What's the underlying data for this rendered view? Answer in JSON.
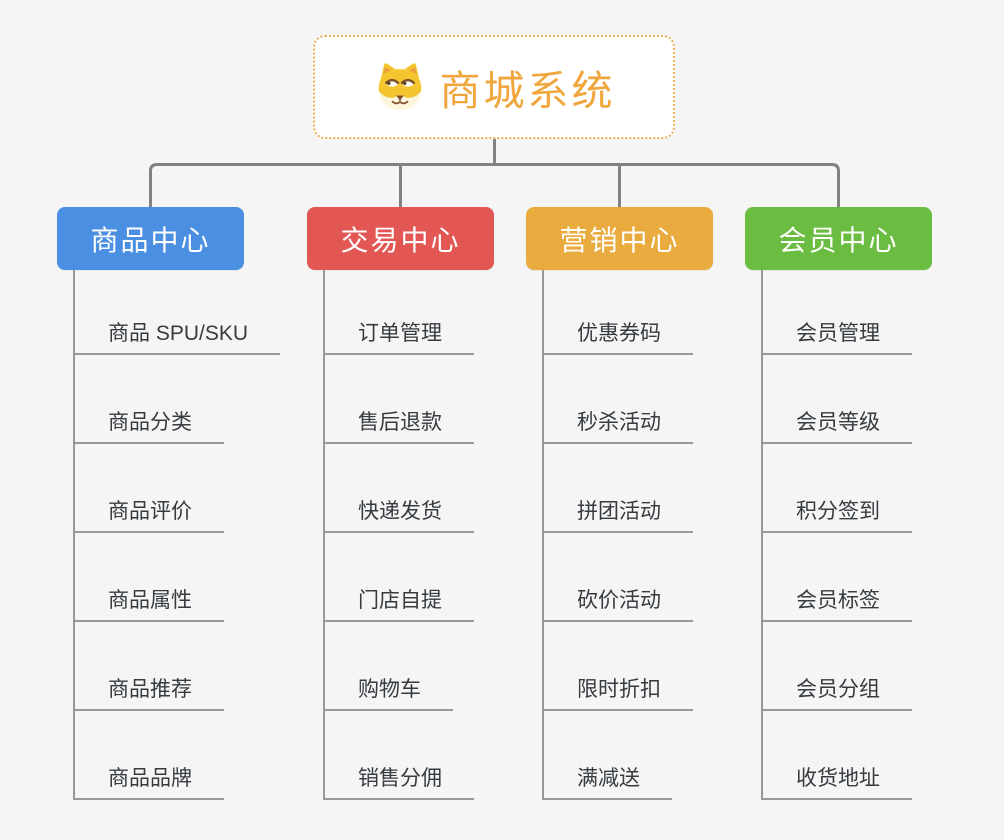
{
  "root": {
    "title": "商城系统",
    "icon": "doge-icon"
  },
  "branches": [
    {
      "label": "商品中心",
      "color": "#4B8FE2",
      "items": [
        "商品 SPU/SKU",
        "商品分类",
        "商品评价",
        "商品属性",
        "商品推荐",
        "商品品牌"
      ]
    },
    {
      "label": "交易中心",
      "color": "#E25653",
      "items": [
        "订单管理",
        "售后退款",
        "快递发货",
        "门店自提",
        "购物车",
        "销售分佣"
      ]
    },
    {
      "label": "营销中心",
      "color": "#EAAB3E",
      "items": [
        "优惠券码",
        "秒杀活动",
        "拼团活动",
        "砍价活动",
        "限时折扣",
        "满减送"
      ]
    },
    {
      "label": "会员中心",
      "color": "#6ABD40",
      "items": [
        "会员管理",
        "会员等级",
        "积分签到",
        "会员标签",
        "会员分组",
        "收货地址"
      ]
    }
  ],
  "theme": {
    "background": "#F5F5F6",
    "root_text": "#F0A63C",
    "root_border": "#ECAC54",
    "connector": "#828282",
    "header_text": "#FFFFFF",
    "item_text": "#363B3F",
    "item_line": "#96989A"
  }
}
